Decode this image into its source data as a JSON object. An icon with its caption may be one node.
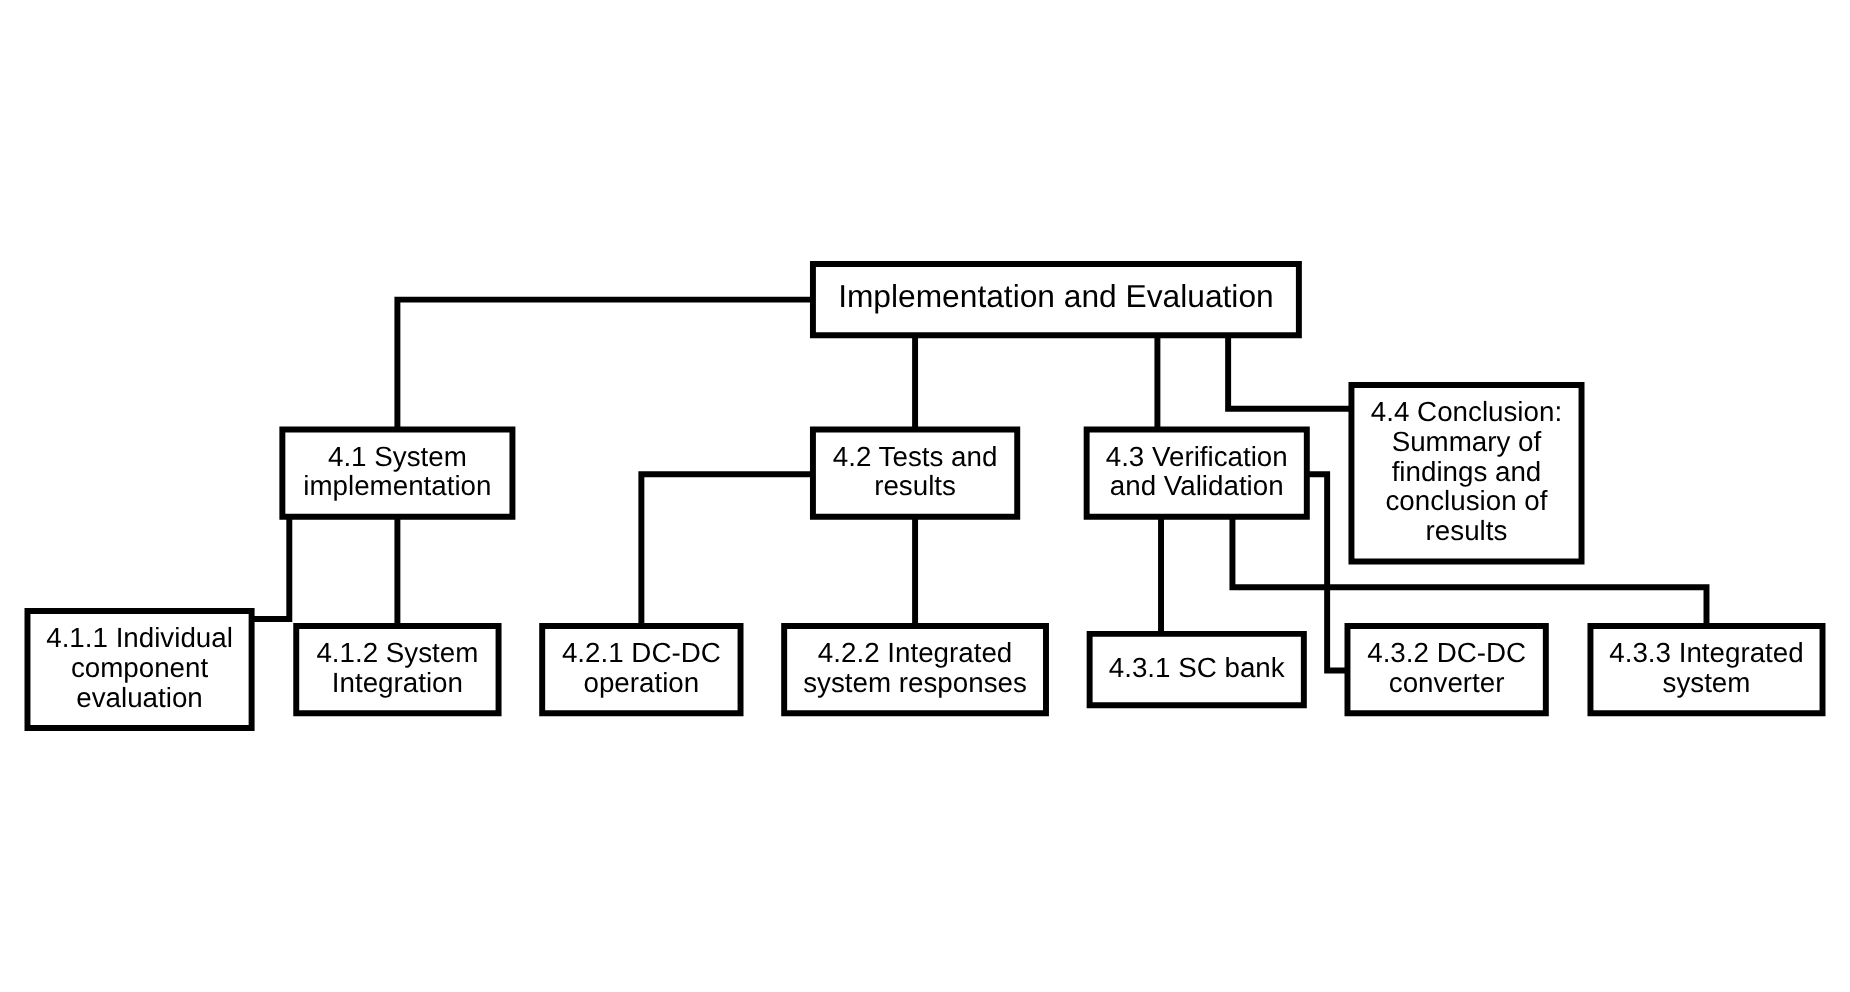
{
  "diagram": {
    "nodes": [
      {
        "text": [
          "Implementation and Evaluation"
        ]
      },
      {
        "text": [
          "4.1 System implementation"
        ]
      },
      {
        "text": [
          "4.1.1 Individual component evaluation"
        ]
      },
      {
        "text": [
          "4.1.2 System Integration"
        ]
      },
      {
        "text": [
          "4.2 Tests and results"
        ]
      },
      {
        "text": [
          "4.2.1 DC-DC operation"
        ]
      },
      {
        "text": [
          "4.2.2 Integrated system responses"
        ]
      },
      {
        "text": [
          "4.3 Verification and Validation"
        ]
      },
      {
        "text": [
          "4.3.1 SC bank"
        ]
      },
      {
        "text": [
          "4.3.2 DC-DC converter"
        ]
      },
      {
        "text": [
          "4.3.3 Integrated system"
        ]
      },
      {
        "text": [
          "4.4 Conclusion: Summary of findings and conclusion of results"
        ]
      }
    ],
    "edges": [
      {
        "from": 0,
        "to": 1,
        "arrow": "none"
      },
      {
        "from": 0,
        "to": 4,
        "arrow": "none"
      },
      {
        "from": 0,
        "to": 7,
        "arrow": "none"
      },
      {
        "from": 0,
        "to": 11,
        "arrow": "none"
      },
      {
        "from": 1,
        "to": 2,
        "arrow": "none"
      },
      {
        "from": 1,
        "to": 3,
        "arrow": "none"
      },
      {
        "from": 4,
        "to": 5,
        "arrow": "none"
      },
      {
        "from": 4,
        "to": 6,
        "arrow": "none"
      },
      {
        "from": 7,
        "to": 8,
        "arrow": "none"
      },
      {
        "from": 7,
        "to": 9,
        "arrow": "none"
      },
      {
        "from": 7,
        "to": 10,
        "arrow": "none"
      }
    ]
  }
}
